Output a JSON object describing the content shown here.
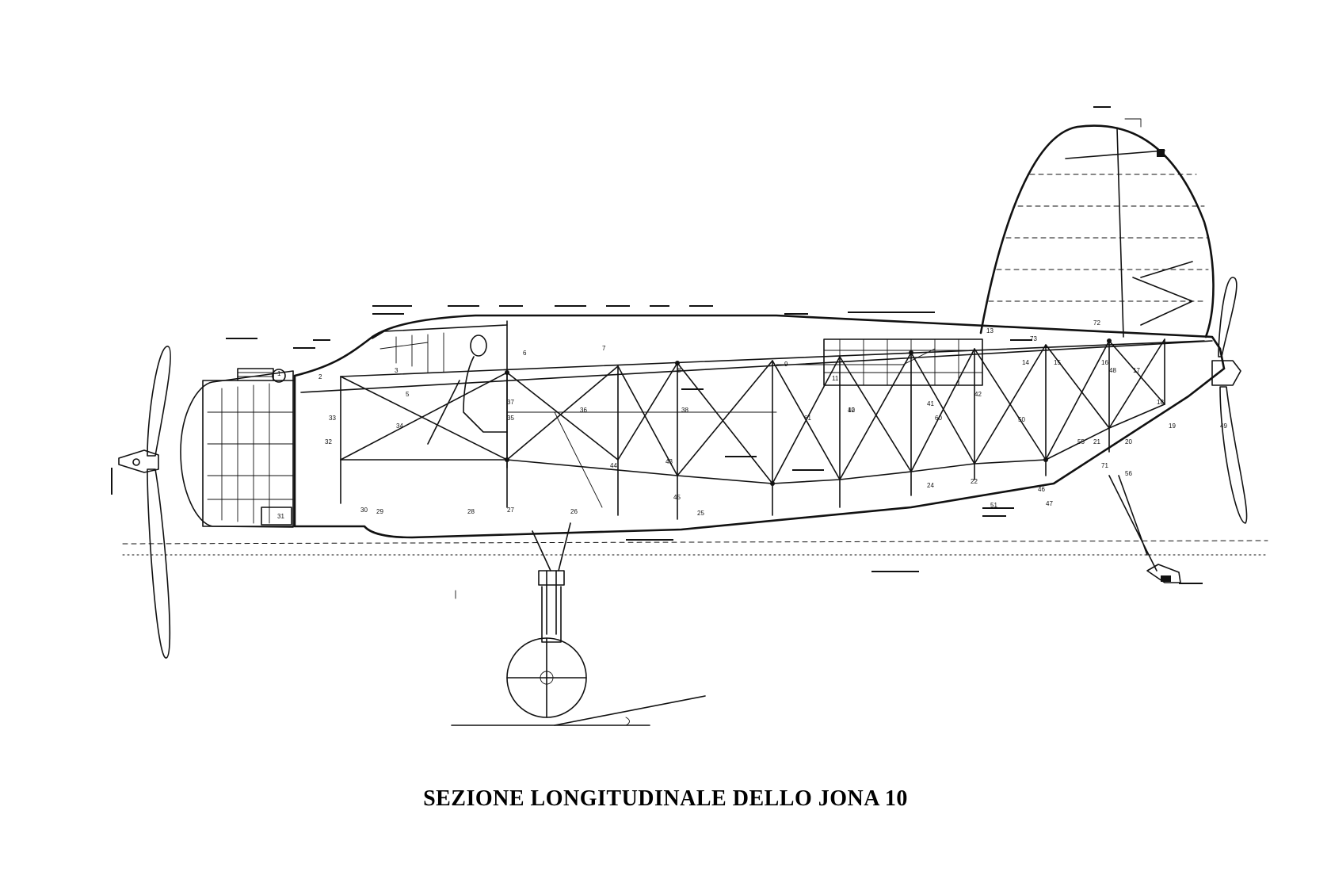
{
  "caption": "SEZIONE LONGITUDINALE DELLO JONA 10",
  "part_numbers": [
    "1",
    "2",
    "3",
    "5",
    "6",
    "7",
    "8",
    "9",
    "11",
    "12",
    "13",
    "14",
    "15",
    "16",
    "17",
    "18",
    "19",
    "20",
    "21",
    "22",
    "24",
    "25",
    "26",
    "27",
    "28",
    "29",
    "30",
    "31",
    "32",
    "33",
    "34",
    "35",
    "36",
    "37",
    "38",
    "40",
    "41",
    "42",
    "43",
    "44",
    "45",
    "46",
    "47",
    "48",
    "49",
    "50",
    "51",
    "55",
    "56",
    "60",
    "61",
    "71",
    "72",
    "73"
  ]
}
